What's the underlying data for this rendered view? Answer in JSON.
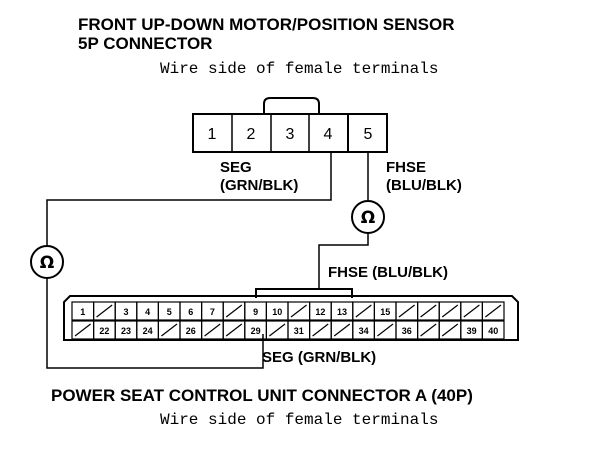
{
  "top_connector": {
    "title_line1": "FRONT UP-DOWN MOTOR/POSITION SENSOR",
    "title_line2": "5P CONNECTOR",
    "subtitle": "Wire side of female terminals",
    "pins": [
      "1",
      "2",
      "3",
      "4",
      "5"
    ]
  },
  "wires": {
    "seg_top_line1": "SEG",
    "seg_top_line2": "(GRN/BLK)",
    "fhse_top_line1": "FHSE",
    "fhse_top_line2": "(BLU/BLK)",
    "fhse_bottom": "FHSE (BLU/BLK)",
    "seg_bottom": "SEG (GRN/BLK)"
  },
  "meters": {
    "symbol": "Ω"
  },
  "bottom_connector": {
    "title": "POWER SEAT CONTROL UNIT CONNECTOR A (40P)",
    "subtitle": "Wire side of female terminals",
    "row1": [
      "1",
      "",
      "3",
      "4",
      "5",
      "6",
      "7",
      "",
      "9",
      "10",
      "",
      "12",
      "13",
      "",
      "15",
      "",
      "",
      "",
      "",
      ""
    ],
    "row2": [
      "",
      "22",
      "23",
      "24",
      "",
      "26",
      "",
      "",
      "29",
      "",
      "31",
      "",
      "",
      "34",
      "",
      "36",
      "",
      "",
      "39",
      "40"
    ]
  }
}
